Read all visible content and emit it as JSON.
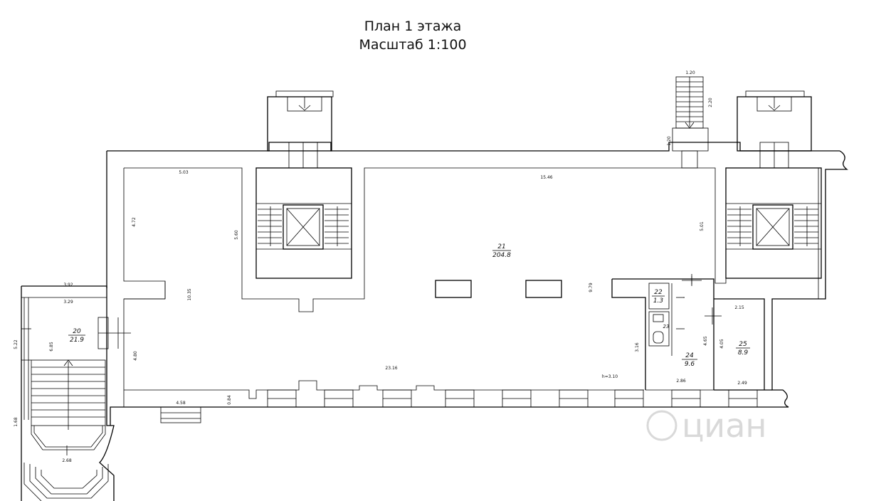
{
  "title": {
    "line1": "План 1 этажа",
    "line2": "Масштаб 1:100"
  },
  "rooms": [
    {
      "number": "20",
      "area": "21.9"
    },
    {
      "number": "21",
      "area": "204.8"
    },
    {
      "number": "22",
      "area": "1.3"
    },
    {
      "number": "23",
      "area": ""
    },
    {
      "number": "24",
      "area": "9.6"
    },
    {
      "number": "25",
      "area": "8.9"
    }
  ],
  "dimensions": {
    "d503": "5.03",
    "d1546": "15.46",
    "d472": "4.72",
    "d560": "5.60",
    "d501": "5.01",
    "d1035": "10.35",
    "d979": "9.79",
    "d392": "3.92",
    "d329": "3.29",
    "d522": "5.22",
    "d685": "6.85",
    "d480": "4.80",
    "d458": "4.58",
    "d084": "0.84",
    "d2316": "23.16",
    "h310": "h=3.10",
    "d316": "3.16",
    "d465": "4.65",
    "d405": "4.05",
    "d215": "2.15",
    "d286": "2.86",
    "d249": "2.49",
    "d168": "1.68",
    "d268": "2.68",
    "d120a": "1.20",
    "d220": "2.20",
    "d120b": "1.20"
  },
  "watermark": "циан"
}
